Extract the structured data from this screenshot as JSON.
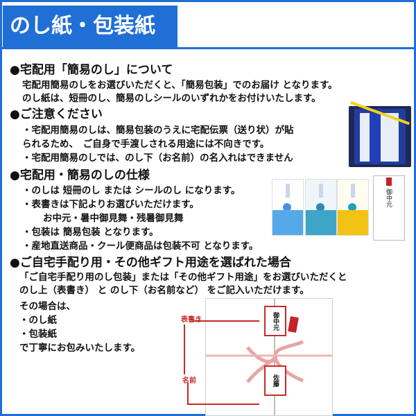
{
  "title": "のし紙・包装紙",
  "sections": {
    "s1": {
      "heading": "●宅配用「簡易のし」について",
      "lines": [
        "宅配用簡易のしをお選びいただくと、「簡易包装」でのお届け となります。",
        "のし紙は、短冊のし、簡易のしシールのいずれかをお付けいたします。"
      ]
    },
    "s2": {
      "heading": "●ご注意ください",
      "lines": [
        "・宅配用簡易のしは、簡易包装のうえに宅配伝票（送り状）が貼",
        "られるため、　ご自身で手渡しされる用途には不向きです。",
        "・宅配用簡易のしでは、のし下（お名前）の名入れはできません"
      ]
    },
    "s3": {
      "heading": "●宅配用・簡易のしの仕様",
      "lines": [
        "・のしは 短冊のし または シールのし になります。",
        "・表書きは下記よりお選びいただけます。",
        "お中元・暑中御見舞・残暑御見舞",
        "・包装は 簡易包装 となります。",
        "・産地直送商品・クール便商品は包装不可 となります。"
      ]
    },
    "s4": {
      "heading": "●ご自宅手配り用・その他ギフト用途を選ばれた場合",
      "lines": [
        "「ご自宅手配り用のし包装」または「その他ギフト用途」をお選びいただくと",
        "のし上（表書き） と のし下（お名前など） をご記入いただけます。",
        "その場合は、",
        "・のし紙",
        "・包装紙",
        "で丁寧にお包みいたします。"
      ]
    }
  },
  "diagram": {
    "label_top": "表書き",
    "label_bottom": "名前",
    "card_top": "御中元",
    "card_bottom": "佐藤"
  },
  "card4_text": "御中元",
  "colors": {
    "brand": "#1f6fd6",
    "accent": "#c92a2a"
  }
}
